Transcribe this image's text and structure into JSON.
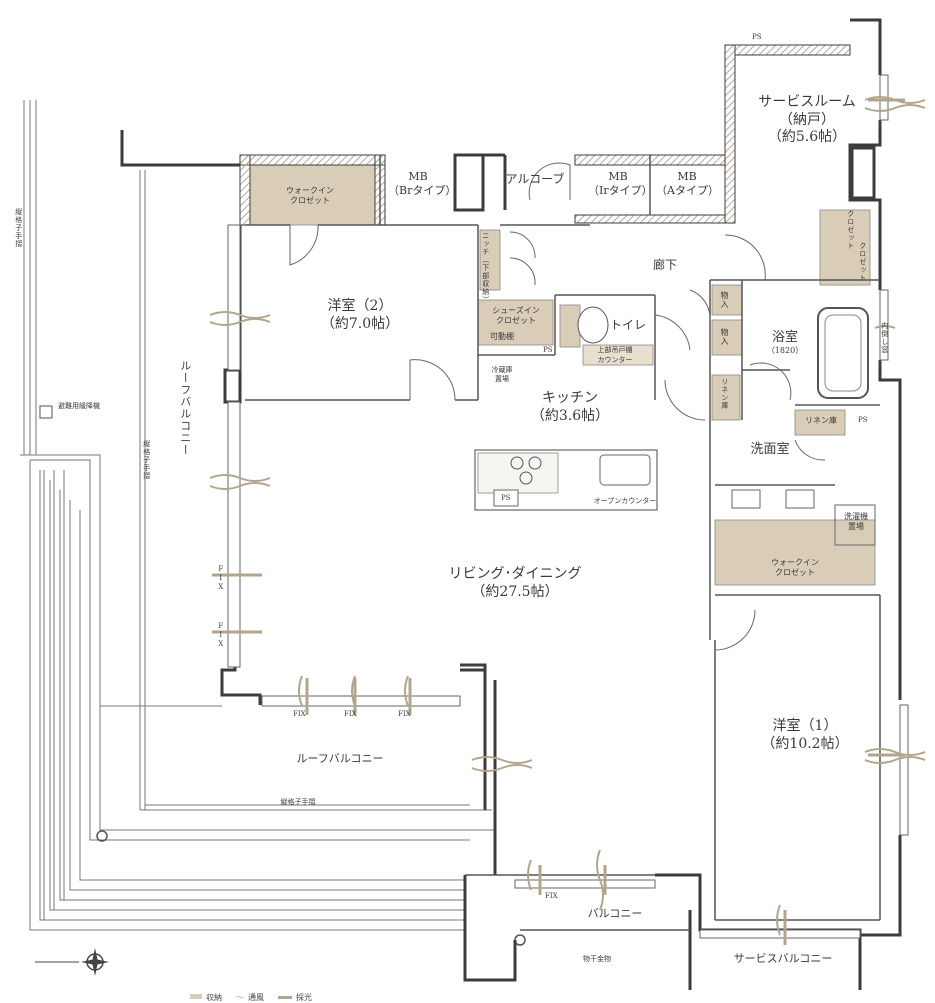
{
  "rooms": {
    "service_room": {
      "name": "サービスルーム",
      "sub": "（納戸）",
      "size": "（約5.6帖）"
    },
    "western2": {
      "name": "洋室（2）",
      "size": "（約7.0帖）"
    },
    "western1": {
      "name": "洋室（1）",
      "size": "（約10.2帖）"
    },
    "kitchen": {
      "name": "キッチン",
      "size": "（約3.6帖）"
    },
    "living": {
      "name": "リビング･ダイニング",
      "size": "（約27.5帖）"
    },
    "bath": {
      "name": "浴室",
      "size": "（1820）"
    },
    "washroom": {
      "name": "洗面室"
    },
    "toilet": {
      "name": "トイレ"
    },
    "corridor": {
      "name": "廊下"
    },
    "alcove": {
      "name": "アルコーブ"
    }
  },
  "storage": {
    "mb_br": {
      "line1": "MB",
      "line2": "（Brタイプ）"
    },
    "mb_ir": {
      "line1": "MB",
      "line2": "（Irタイプ）"
    },
    "mb_a": {
      "line1": "MB",
      "line2": "（Aタイプ）"
    },
    "walkin_top": {
      "line1": "ウォークイン",
      "line2": "クロゼット"
    },
    "walkin_bottom": {
      "line1": "ウォークイン",
      "line2": "クロゼット"
    },
    "shoes_in": {
      "line1": "シューズイン",
      "line2": "クロゼット"
    },
    "closet1": "クロゼット",
    "closet2": "クロゼット",
    "niche": "ニッチ（下部収納）",
    "movable_shelf": "可動棚",
    "fridge": {
      "line1": "冷蔵庫",
      "line2": "置場"
    },
    "washer": {
      "line1": "洗濯機",
      "line2": "置場"
    },
    "upper_shelf": "上部吊戸棚",
    "counter": "カウンター",
    "open_counter": "オープンカウンター",
    "linen1": "リネン庫",
    "linen2": "リネン庫",
    "storage1": "物入",
    "storage2": "物入",
    "inner_window": "内倒し窓"
  },
  "exterior": {
    "roof_balcony_left": "ルーフバルコニー",
    "roof_balcony_bottom": "ルーフバルコニー",
    "balcony": "バルコニー",
    "service_balcony": "サービスバルコニー",
    "railing_left": "縦格子手摺",
    "railing_mid": "縦格子手摺",
    "railing_bottom": "縦格子手摺",
    "escape": "避難用緩降機",
    "drying": "物干金物"
  },
  "marks": {
    "ps": "PS",
    "fix": "FIX"
  },
  "legend": {
    "storage": "収納",
    "ventilation": "通風",
    "lighting": "採光"
  },
  "colors": {
    "wall": "#3c3c3c",
    "storage_fill": "#d9cdb8",
    "hatch": "#b9a89a",
    "arrow": "#b3a58b"
  }
}
